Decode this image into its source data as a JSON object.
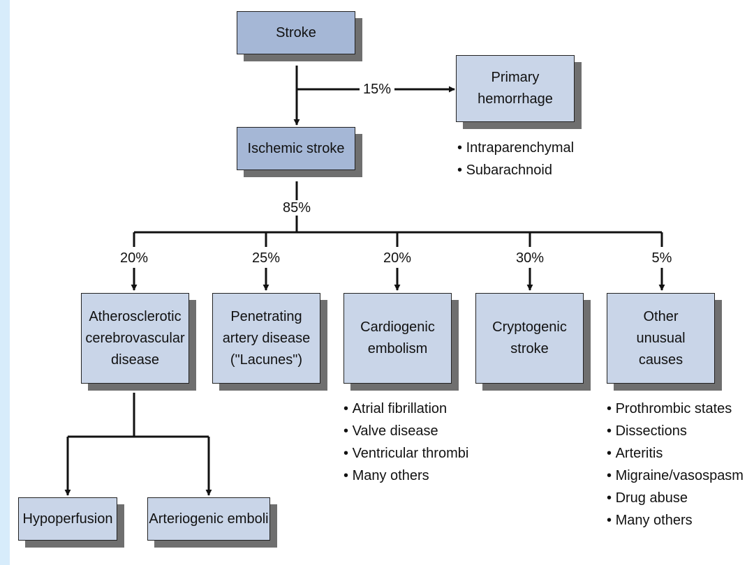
{
  "nodes": {
    "stroke": "Stroke",
    "primary_hemorrhage": "Primary\nhemorrhage",
    "ischemic_stroke": "Ischemic stroke",
    "atherosclerotic": "Atherosclerotic\ncerebrovascular\ndisease",
    "penetrating": "Penetrating\nartery disease\n(\"Lacunes\")",
    "cardiogenic": "Cardiogenic\nembolism",
    "cryptogenic": "Cryptogenic\nstroke",
    "other_unusual": "Other\nunusual\ncauses",
    "hypoperfusion": "Hypoperfusion",
    "arteriogenic": "Arteriogenic emboli"
  },
  "percentages": {
    "hemorrhage": "15%",
    "ischemic": "85%",
    "atherosclerotic": "20%",
    "penetrating": "25%",
    "cardiogenic": "20%",
    "cryptogenic": "30%",
    "other": "5%"
  },
  "lists": {
    "hemorrhage": [
      "Intraparenchymal",
      "Subarachnoid"
    ],
    "cardiogenic": [
      "Atrial fibrillation",
      "Valve disease",
      "Ventricular thrombi",
      "Many others"
    ],
    "other": [
      "Prothrombic states",
      "Dissections",
      "Arteritis",
      "Migraine/vasospasm",
      "Drug abuse",
      "Many others"
    ]
  },
  "colors": {
    "box_dark": "#a5b7d6",
    "box_light": "#c9d5e8",
    "shadow": "#6f6f6f",
    "side_strip": "#d7ecfb"
  }
}
